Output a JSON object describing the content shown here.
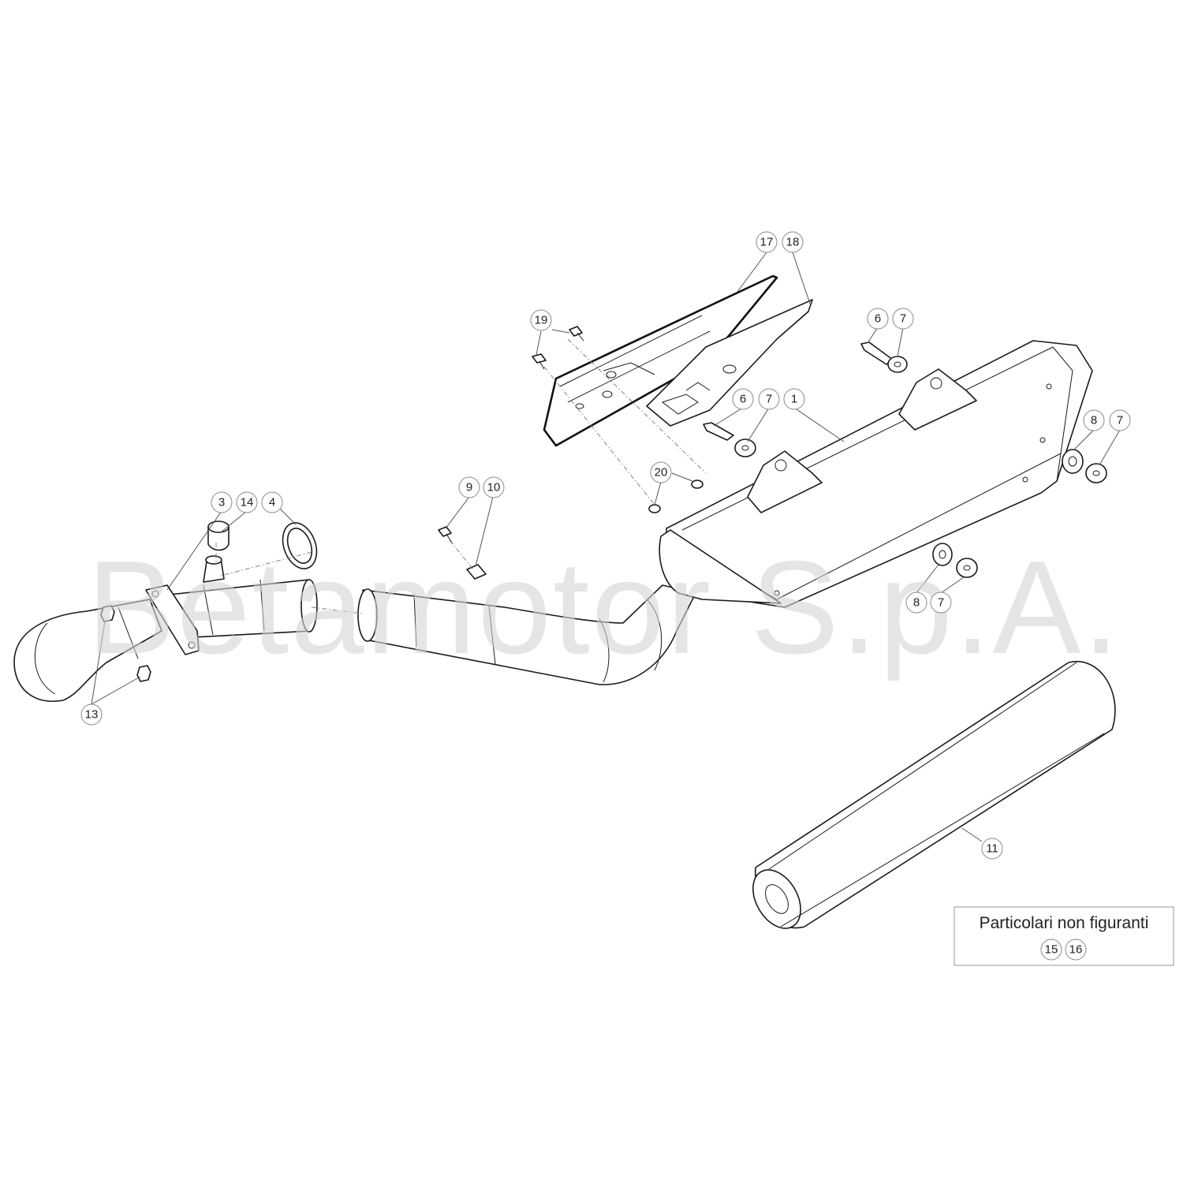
{
  "watermark": "Betamotor S.p.A.",
  "callouts": {
    "c1": "1",
    "c3": "3",
    "c4": "4",
    "c6a": "6",
    "c6b": "6",
    "c7a": "7",
    "c7b": "7",
    "c7c": "7",
    "c7d": "7",
    "c8a": "8",
    "c8b": "8",
    "c9": "9",
    "c10": "10",
    "c11": "11",
    "c13": "13",
    "c14": "14",
    "c17": "17",
    "c18": "18",
    "c19": "19",
    "c20": "20"
  },
  "not_shown_note": {
    "title": "Particolari non figuranti",
    "parts": [
      "15",
      "16"
    ]
  }
}
